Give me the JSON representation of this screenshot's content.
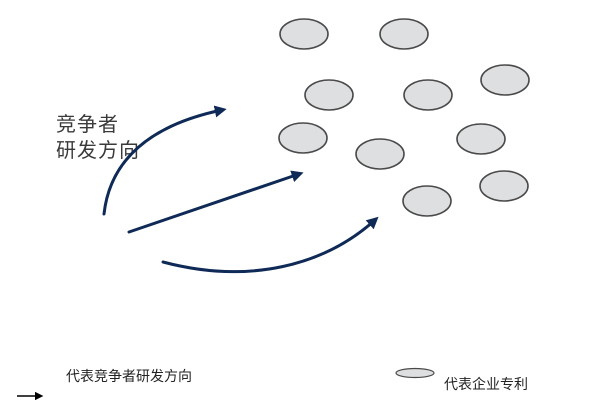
{
  "diagram": {
    "label_lines": [
      "竞争者",
      "研发方向"
    ],
    "arrow_color": "#0f2a56",
    "patent_fill": "#dedfe1",
    "patent_stroke": "#4a4a4a"
  },
  "legend": {
    "arrow_text": "代表竞争者研发方向",
    "patent_text": "代表企业专利"
  }
}
